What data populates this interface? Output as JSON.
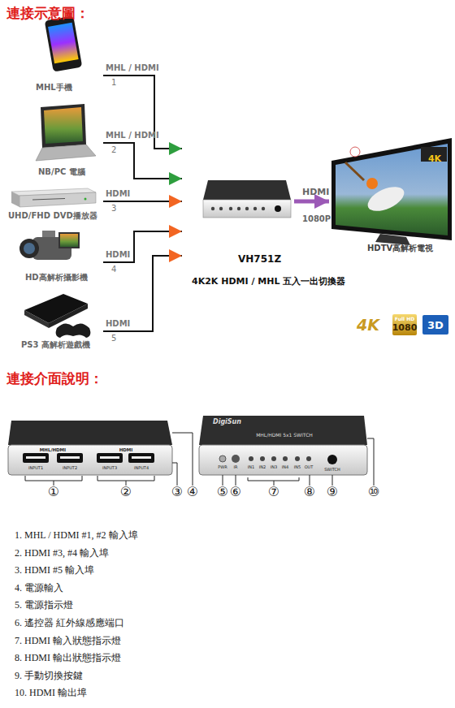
{
  "diagram": {
    "title": "連接示意圖：",
    "nodes": [
      {
        "text": [
          "MHL手機"
        ]
      },
      {
        "text": [
          "NB/PC 電腦"
        ]
      },
      {
        "text": [
          "UHD/FHD DVD播放器"
        ]
      },
      {
        "text": [
          "HD高解析攝影機"
        ]
      },
      {
        "text": [
          "PS3 高解析遊戲機"
        ]
      },
      {
        "text": [
          "VH751Z",
          "4K2K HDMI / MHL 五入一出切換器"
        ]
      },
      {
        "text": [
          "HDTV高解析電視"
        ]
      }
    ],
    "edges": [
      {
        "from": 0,
        "to": 5,
        "label": "MHL / HDMI",
        "arrow": "to"
      },
      {
        "from": 1,
        "to": 5,
        "label": "MHL / HDMI",
        "arrow": "to"
      },
      {
        "from": 2,
        "to": 5,
        "label": "HDMI",
        "arrow": "to"
      },
      {
        "from": 3,
        "to": 5,
        "label": "HDMI",
        "arrow": "to"
      },
      {
        "from": 4,
        "to": 5,
        "label": "HDMI",
        "arrow": "to"
      },
      {
        "from": 5,
        "to": 6,
        "label": "HDMI",
        "arrow": "to"
      }
    ],
    "labels": [
      "4K",
      "1",
      "2",
      "3",
      "1080P",
      "4",
      "4K",
      "Full HD",
      "1080",
      "3D",
      "5",
      "連接介面說明：",
      "DigiSun",
      "MHL/HDMI 5x1 SWITCH",
      "MHL/HDMI",
      "HDMI",
      "INPUT1",
      "INPUT2",
      "INPUT3",
      "INPUT4",
      "PWR",
      "IR",
      "IN1",
      "IN2",
      "IN3",
      "IN4",
      "IN5",
      "OUT",
      "SWITCH",
      "①",
      "②",
      "③",
      "④",
      "⑤",
      "⑥",
      "⑦",
      "⑧",
      "⑨",
      "⑩",
      "1. MHL / HDMI #1, #2 輸入埠",
      "2. HDMI #3, #4 輸入埠",
      "3. HDMI #5 輸入埠",
      "4. 電源輸入",
      "5. 電源指示燈",
      "6. 遙控器 紅外線感應端口",
      "7. HDMI 輸入狀態指示燈",
      "8. HDMI 輸出狀態指示燈",
      "9. 手動切換按鍵",
      "10. HDMI 輸出埠"
    ]
  }
}
